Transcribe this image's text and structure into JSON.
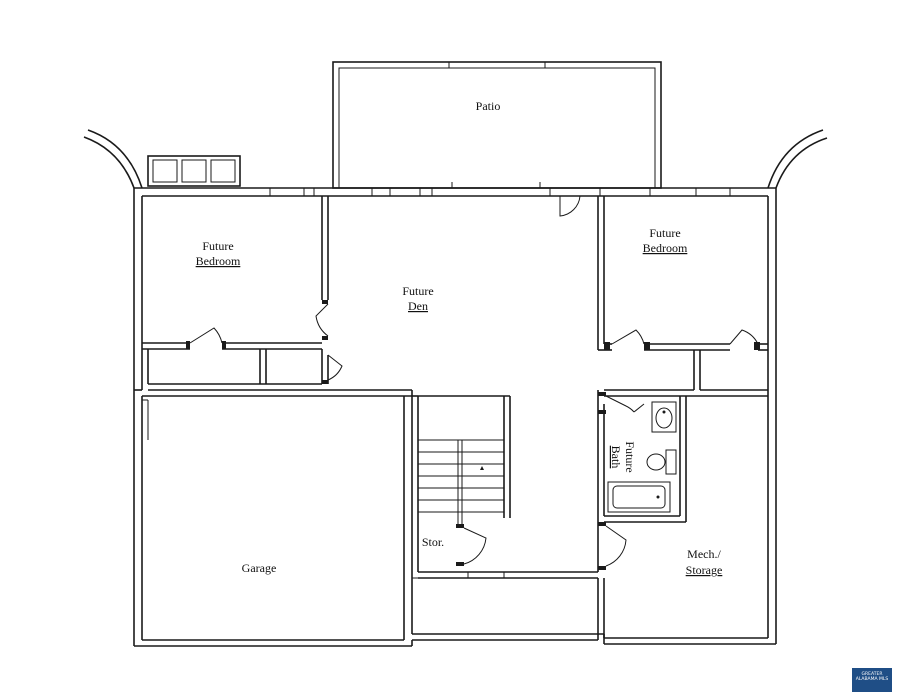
{
  "rooms": {
    "patio": "Patio",
    "bedroom_left": [
      "Future",
      "Bedroom"
    ],
    "den": [
      "Future",
      "Den"
    ],
    "bedroom_right": [
      "Future",
      "Bedroom"
    ],
    "bath": [
      "Future",
      "Bath"
    ],
    "stor": "Stor.",
    "mech": [
      "Mech./",
      "Storage"
    ],
    "garage": "Garage"
  },
  "watermark": "GREATER ALABAMA MLS"
}
